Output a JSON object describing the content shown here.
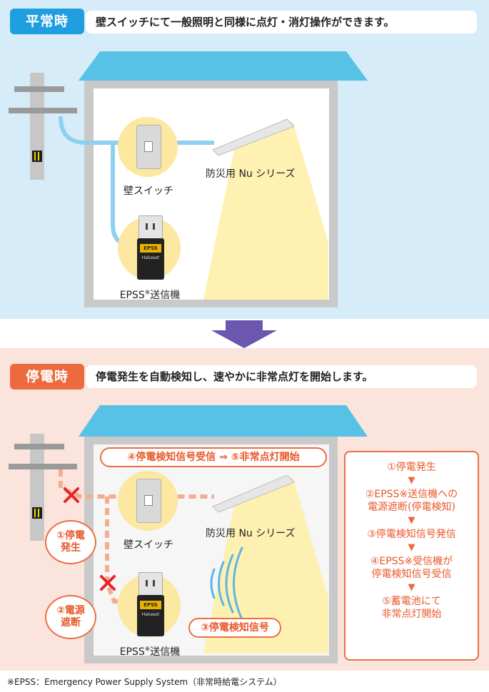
{
  "normal": {
    "tag": "平常時",
    "heading": "壁スイッチにて一般照明と同様に点灯・消灯操作ができます。",
    "switch_label": "壁スイッチ",
    "fixture_label": "防災用 Nu シリーズ",
    "transmitter_label_a": "EPSS",
    "transmitter_label_sup": "※",
    "transmitter_label_b": "送信機"
  },
  "outage": {
    "tag": "停電時",
    "heading": "停電発生を自動検知し、速やかに非常点灯を開始します。",
    "switch_label": "壁スイッチ",
    "fixture_label": "防災用 Nu シリーズ",
    "transmitter_label_a": "EPSS",
    "transmitter_label_sup": "※",
    "transmitter_label_b": "送信機",
    "signal_received": "④停電検知信号受信 ⇒ ⑤非常点灯開始",
    "bubble_outage_line1": "①停電",
    "bubble_outage_line2": "発生",
    "bubble_cutoff_line1": "②電源",
    "bubble_cutoff_line2": "遮断",
    "signal_pill": "③停電検知信号",
    "steps": [
      {
        "lines": [
          "①停電発生"
        ]
      },
      {
        "lines": [
          "②EPSS※送信機への",
          "電源遮断(停電検知)"
        ]
      },
      {
        "lines": [
          "③停電検知信号発信"
        ]
      },
      {
        "lines": [
          "④EPSS※受信機が",
          "停電検知信号受信"
        ]
      },
      {
        "lines": [
          "⑤蓄電池にて",
          "非常点灯開始"
        ]
      }
    ]
  },
  "device_text": {
    "brand": "EPSS",
    "model": "Hakaset"
  },
  "footnote": "※EPSS：Emergency Power Supply System（非常時給電システム）",
  "colors": {
    "blue_accent": "#1f9ee0",
    "orange_accent": "#ec6a3d",
    "roof": "#57c2e6",
    "arrow": "#6b56b0"
  }
}
